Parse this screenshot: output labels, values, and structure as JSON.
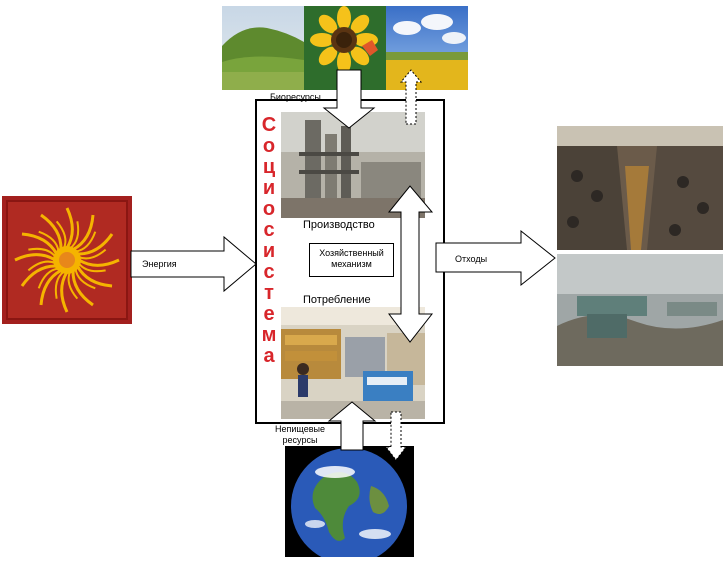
{
  "labels": {
    "bioresources": "Биоресурсы",
    "sociosystem_letters": [
      "С",
      "о",
      "ц",
      "и",
      "о",
      "с",
      "и",
      "с",
      "т",
      "е",
      "м",
      "а"
    ],
    "production": "Производство",
    "economic_mechanism_line1": "Хозяйственный",
    "economic_mechanism_line2": "механизм",
    "consumption": "Потребление",
    "energy": "Энергия",
    "waste": "Отходы",
    "nonfood_line1": "Непищевые",
    "nonfood_line2": "ресурсы"
  },
  "colors": {
    "sociosystem_text": "#d8262b",
    "sun_bg": "#a3201e",
    "sun_rays": "#f5b400"
  }
}
